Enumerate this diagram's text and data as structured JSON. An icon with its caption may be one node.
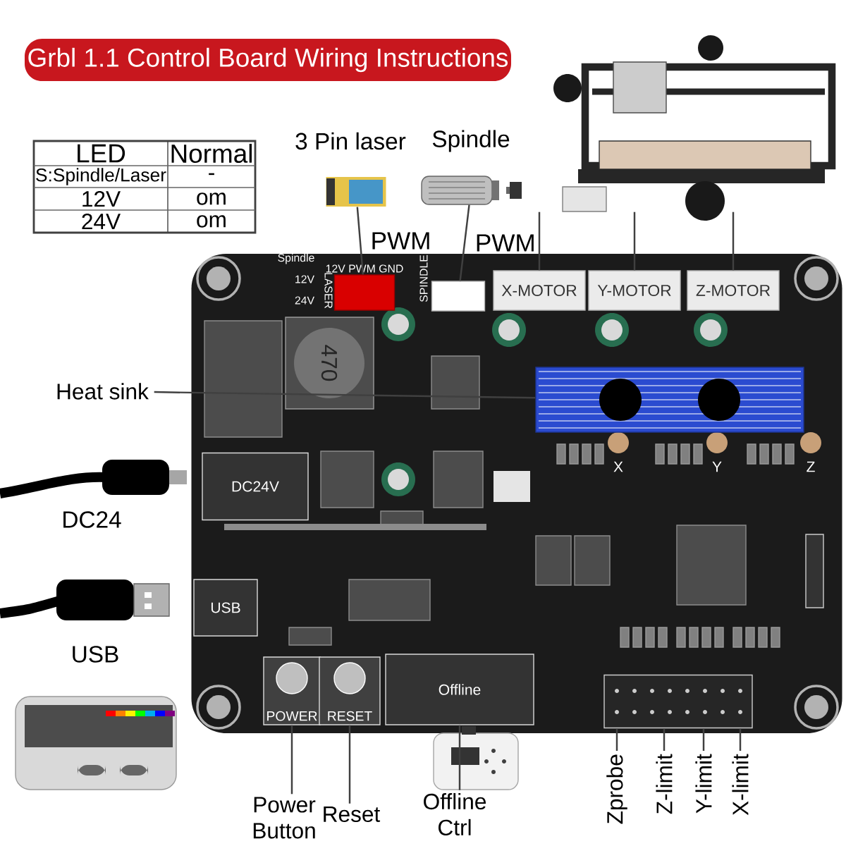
{
  "diagram": {
    "nodes": [
      {
        "text": [
          "Grbl 1.1 Control Board Wiring Instructions"
        ]
      },
      {
        "text": [],
        "shape": "picture",
        "beside": [
          "3 Pin laser"
        ]
      },
      {
        "text": [],
        "shape": "picture",
        "beside": [
          "Spindle"
        ]
      },
      {
        "text": [],
        "shape": "picture"
      },
      {
        "text": [
          "Heat sink"
        ]
      },
      {
        "text": [],
        "shape": "picture",
        "beside": [
          "DC24"
        ]
      },
      {
        "text": [],
        "shape": "picture",
        "beside": [
          "USB"
        ]
      },
      {
        "text": [],
        "shape": "box"
      },
      {
        "text": [],
        "shape": "box",
        "in": 7,
        "beside": [
          "LASER"
        ]
      },
      {
        "text": [],
        "shape": "box",
        "in": 7
      },
      {
        "text": [
          "X-MOTOR"
        ],
        "in": 7
      },
      {
        "text": [
          "Y-MOTOR"
        ],
        "in": 7
      },
      {
        "text": [
          "Z-MOTOR"
        ],
        "in": 7
      },
      {
        "text": [],
        "shape": "box",
        "in": 7
      },
      {
        "text": [
          "DC24V"
        ],
        "in": 7
      },
      {
        "text": [
          "USB"
        ],
        "in": 7
      },
      {
        "text": [
          "POWER"
        ],
        "in": 7
      },
      {
        "text": [
          "RESET"
        ],
        "in": 7
      },
      {
        "text": [
          "Offline"
        ],
        "in": 7
      },
      {
        "text": [],
        "shape": "box",
        "in": 7
      },
      {
        "text": [
          "Power Button"
        ]
      },
      {
        "text": [
          "Reset"
        ]
      },
      {
        "text": [
          "Offline Ctrl"
        ]
      },
      {
        "text": [
          "Zprobe"
        ]
      },
      {
        "text": [
          "Z-limit"
        ]
      },
      {
        "text": [
          "Y-limit"
        ]
      },
      {
        "text": [
          "X-limit"
        ]
      }
    ],
    "edges": [
      {
        "from": 1,
        "to": 8,
        "arrow": "none",
        "label": "PWM"
      },
      {
        "from": 2,
        "to": 9,
        "arrow": "none",
        "label": "PWM"
      },
      {
        "from": 3,
        "to": 10,
        "arrow": "none"
      },
      {
        "from": 3,
        "to": 11,
        "arrow": "none"
      },
      {
        "from": 3,
        "to": 12,
        "arrow": "none"
      },
      {
        "from": 4,
        "to": 13,
        "arrow": "none"
      },
      {
        "from": 20,
        "to": 16,
        "arrow": "none"
      },
      {
        "from": 21,
        "to": 17,
        "arrow": "none"
      },
      {
        "from": 22,
        "to": 18,
        "arrow": "none"
      },
      {
        "from": 23,
        "to": 19,
        "arrow": "none"
      },
      {
        "from": 24,
        "to": 19,
        "arrow": "none"
      },
      {
        "from": 25,
        "to": 19,
        "arrow": "none"
      },
      {
        "from": 26,
        "to": 19,
        "arrow": "none"
      }
    ],
    "labels": [
      "LED",
      "Normal",
      "S:Spindle/Laser",
      "-",
      "12V",
      "om",
      "24V",
      "om",
      "Spindle",
      "12V",
      "24V",
      "12V PWM GND",
      "SPINDLE",
      "470",
      "X",
      "Y",
      "Z"
    ]
  }
}
